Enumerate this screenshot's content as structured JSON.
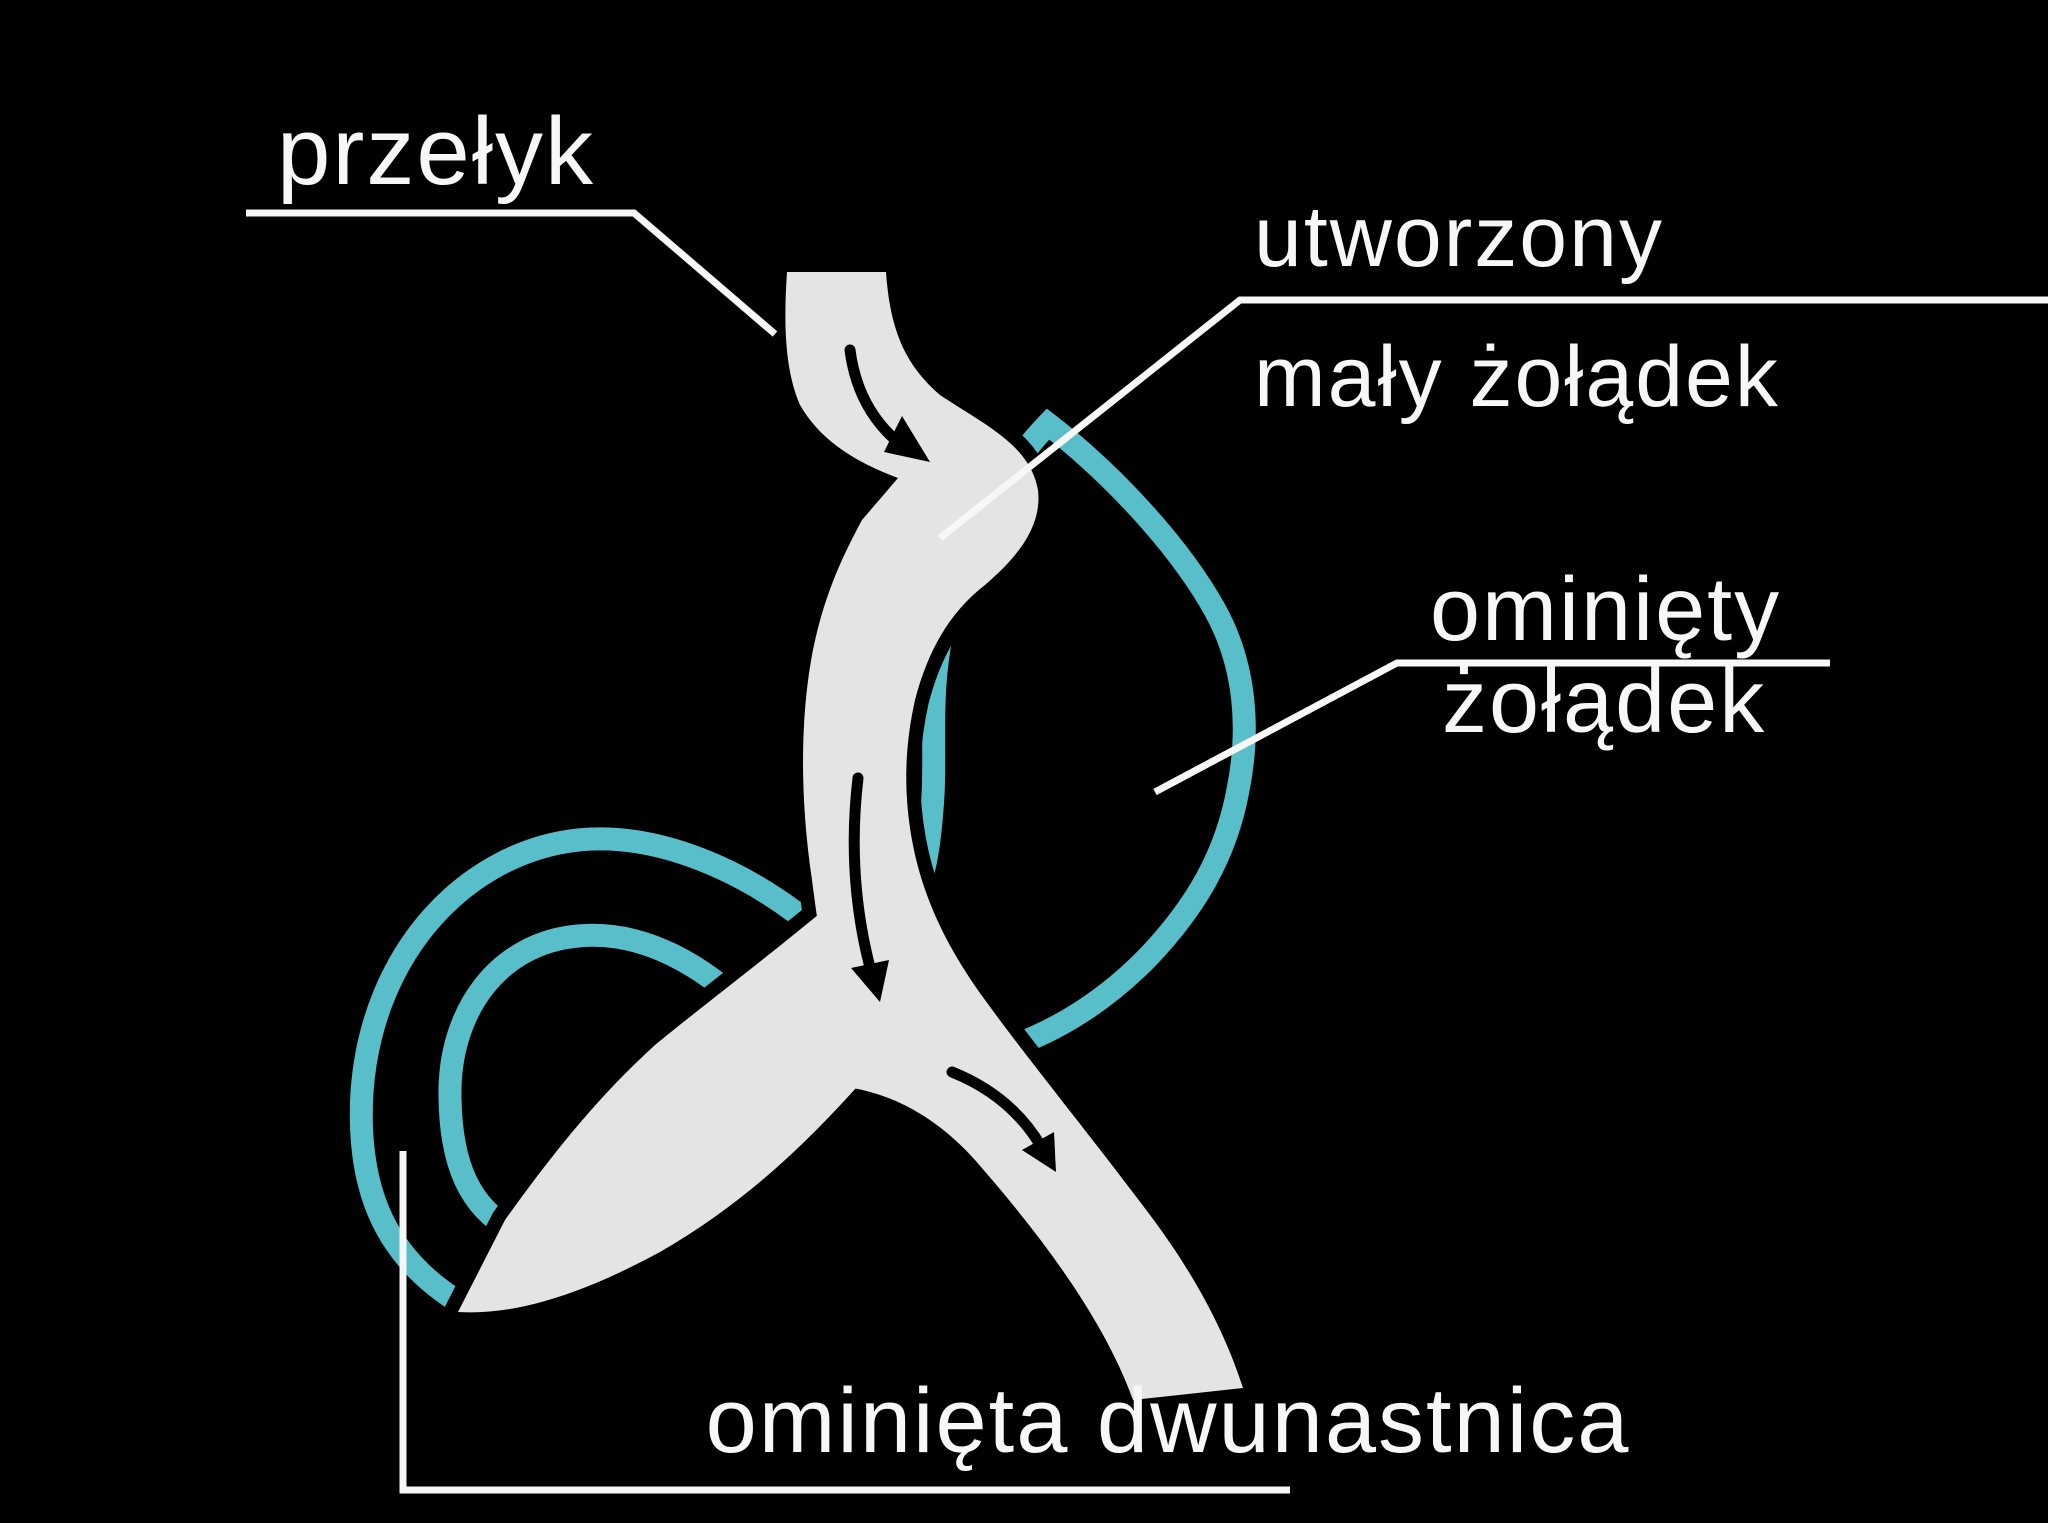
{
  "diagram": {
    "title": "gastric-bypass-diagram",
    "background_color": "#000000",
    "colors": {
      "tract_gray": "#e4e4e4",
      "bypass_teal": "#58bec9",
      "label_white": "#f7f7f7",
      "arrow_black": "#000000"
    },
    "labels": {
      "esophagus": {
        "text": "przełyk"
      },
      "created_pouch_line1": {
        "text": "utworzony"
      },
      "created_pouch_line2": {
        "text": "mały żołądek"
      },
      "bypassed_stomach_line1": {
        "text": "ominięty"
      },
      "bypassed_stomach_line2": {
        "text": "żołądek"
      },
      "bypassed_duodenum": {
        "text": "ominięta dwunastnica"
      }
    }
  }
}
